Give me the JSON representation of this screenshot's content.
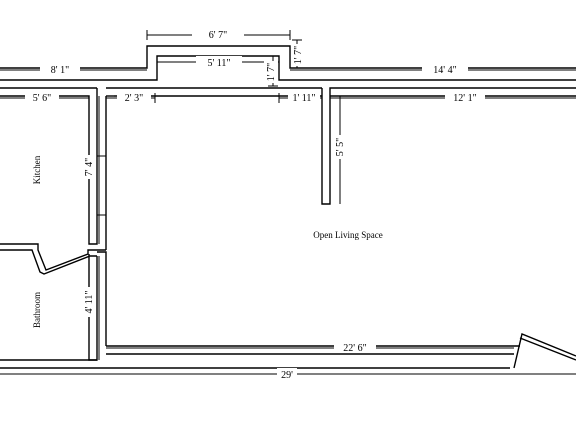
{
  "rooms": {
    "kitchen": "Kitchen",
    "bathroom": "Bathroom",
    "living": "Open Living Space"
  },
  "dimensions": {
    "overall_width": "29'",
    "living_bottom": "22' 6\"",
    "top_left_wall": "8' 1\"",
    "top_right_wall": "14' 4\"",
    "bay_outer": "6' 7\"",
    "bay_inner": "5' 11\"",
    "bay_depth_left": "1' 7\"",
    "bay_depth_right": "1' 7\"",
    "kitchen_width": "5' 6\"",
    "living_top_left": "2' 3\"",
    "closet_width": "1' 11\"",
    "living_top_right": "12' 1\"",
    "partition_length": "5' 5\"",
    "kitchen_depth": "7' 4\"",
    "bathroom_depth": "4' 11\""
  }
}
